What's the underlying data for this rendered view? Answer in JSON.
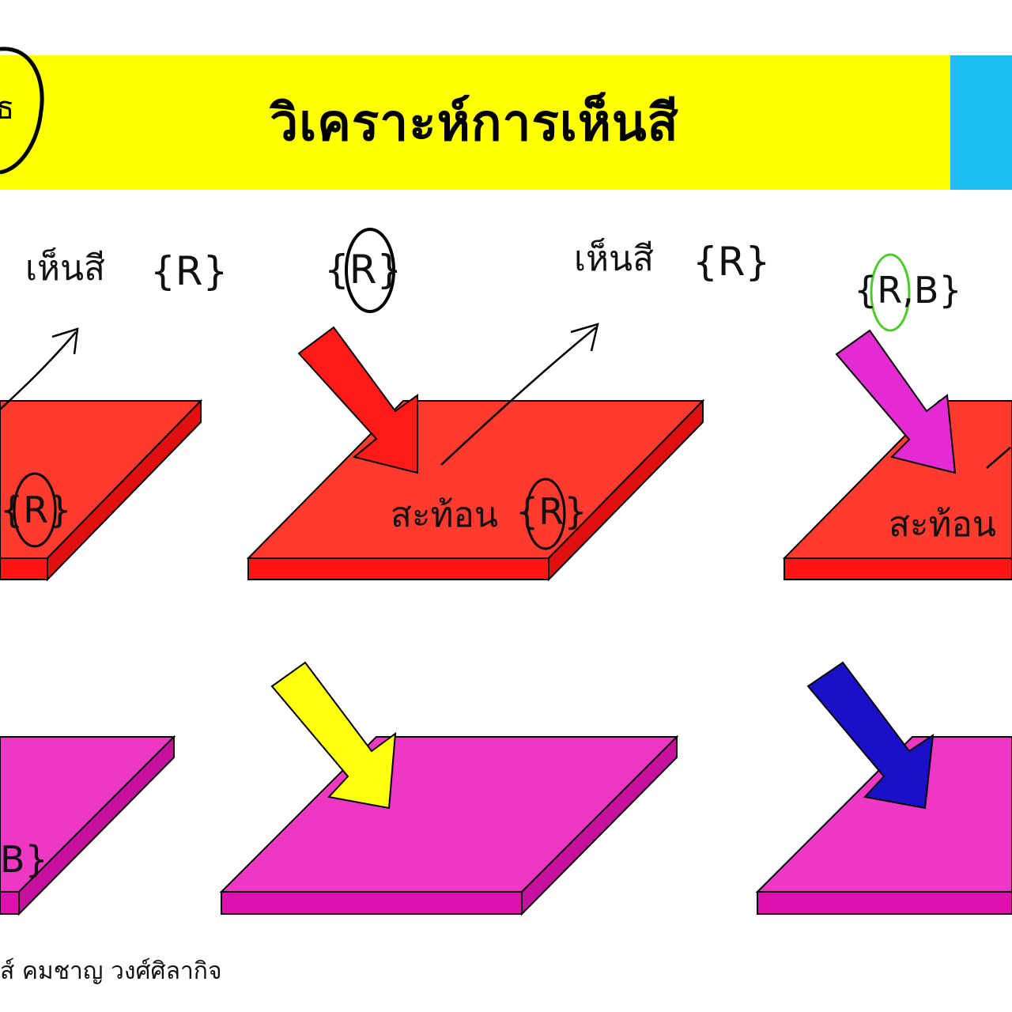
{
  "header": {
    "title": "วิเคราะห์การเห็นสี",
    "bar_color": "#ffff00",
    "accent_color": "#1cc0f0",
    "badge_text": "ธ"
  },
  "footer": {
    "credit": "ส์ คมชาญ วงศ์ศิลากิจ"
  },
  "annotations": {
    "seen_1": "เห็นสี",
    "set_1": "{R}",
    "set_2": "{R}",
    "seen_2": "เห็นสี",
    "set_3": "{R}",
    "set_4": "{R,B}",
    "set_5": "{R}",
    "reflect_1": "สะท้อน",
    "set_6": "{R}",
    "reflect_2": "สะท้อน",
    "set_7": "B}"
  },
  "colors": {
    "red_surface": "#ff3b30",
    "red_edge": "#ff1515",
    "magenta_surface": "#ee38c4",
    "magenta_edge": "#e010b0",
    "red_light": "#ff1a1a",
    "magenta_light": "#e42ad2",
    "yellow_light": "#ffff10",
    "blue_light": "#1a10c8"
  }
}
